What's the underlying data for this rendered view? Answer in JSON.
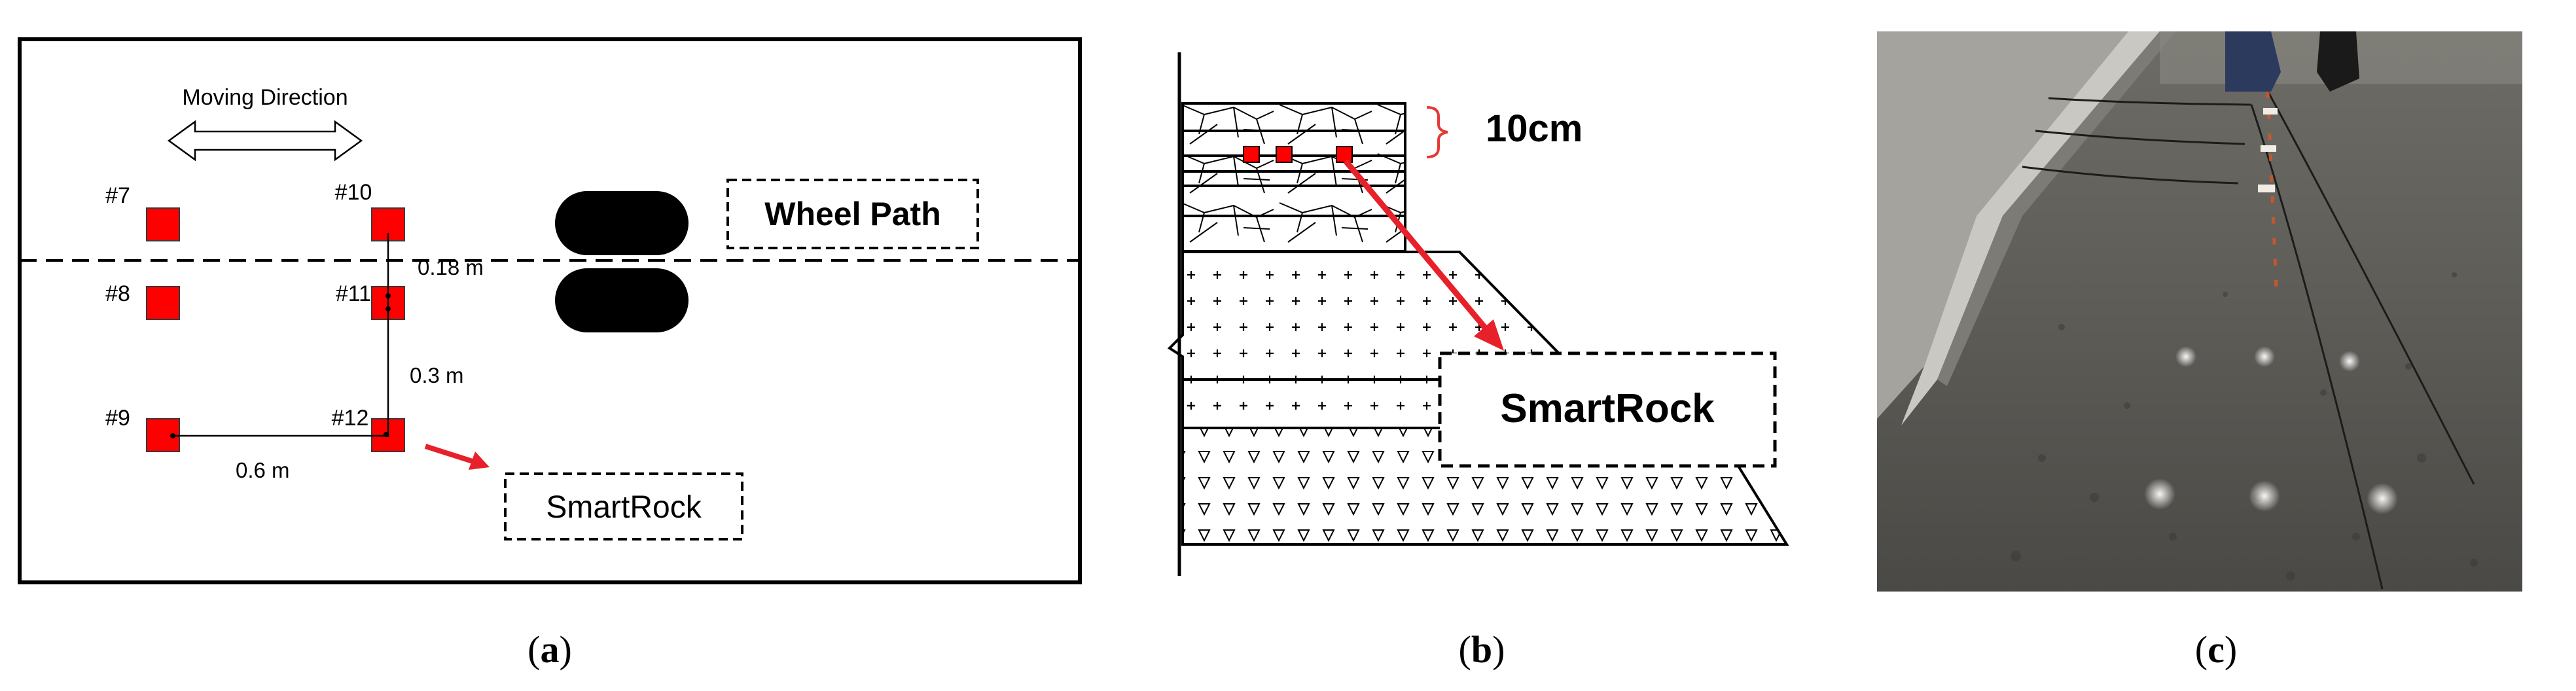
{
  "panel_a": {
    "moving_direction_label": "Moving Direction",
    "wheel_path_label": "Wheel Path",
    "smartrock_label": "SmartRock",
    "sensors": [
      {
        "id": "#7"
      },
      {
        "id": "#10"
      },
      {
        "id": "#8"
      },
      {
        "id": "#11"
      },
      {
        "id": "#9"
      },
      {
        "id": "#12"
      }
    ],
    "dim_018": "0.18 m",
    "dim_03": "0.3 m",
    "dim_06": "0.6 m",
    "caption_letter": "a"
  },
  "panel_b": {
    "thickness_label": "10cm",
    "smartrock_label": "SmartRock",
    "caption_letter": "b"
  },
  "panel_c": {
    "caption_letter": "c"
  },
  "colors": {
    "sensor_red": "#ff0000",
    "arrow_red": "#e8202a",
    "brace_red": "#e53935",
    "ink": "#000000"
  }
}
